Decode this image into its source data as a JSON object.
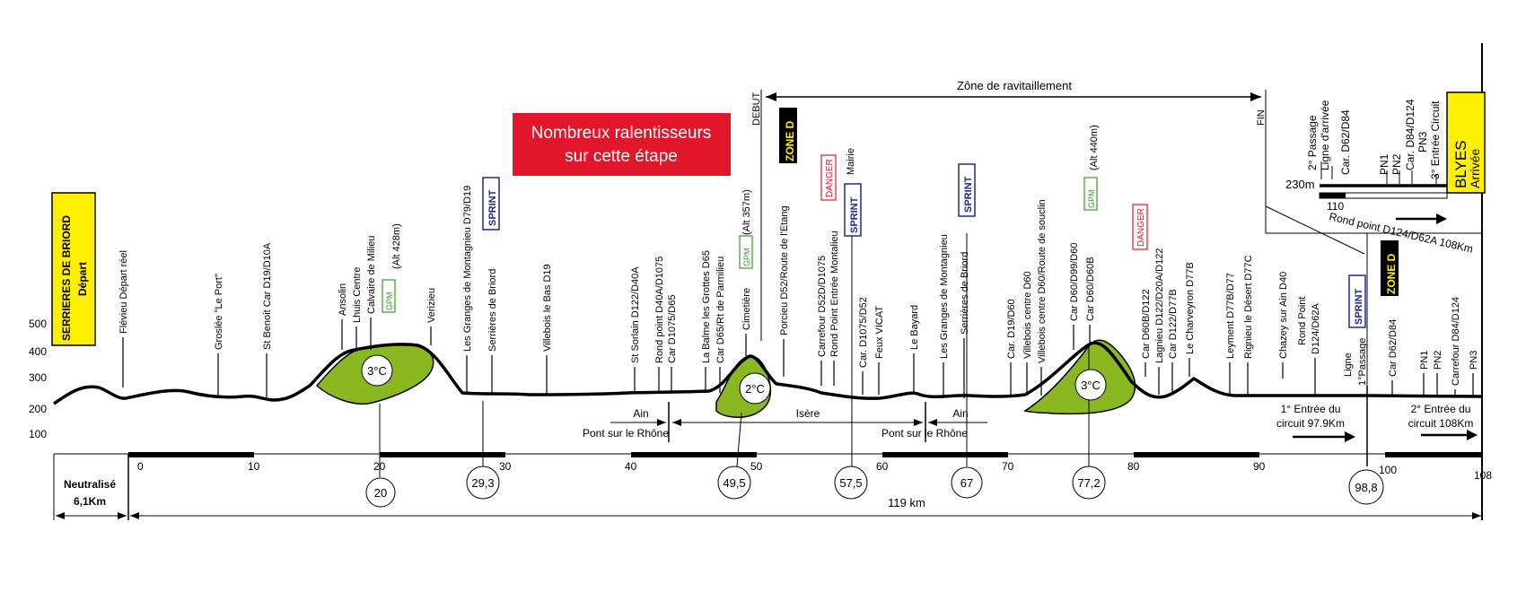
{
  "colors": {
    "yellow": "#ffef00",
    "red": "#e2162b",
    "green": "#8ab820",
    "sprint_blue": "#1f2a8a",
    "danger_red": "#e2162b",
    "gpm_green": "#3a9a2a"
  },
  "start_box": {
    "line1": "SERRIERES DE BRIORD",
    "line2": "Départ"
  },
  "finish_box": {
    "line1": "BLYES",
    "line2": "Arrivée"
  },
  "banner": {
    "line1": "Nombreux ralentisseurs",
    "line2": "sur cette étape"
  },
  "feed_zone": {
    "label": "Zône de ravitaillement",
    "start": "DEBUT",
    "end": "FIN",
    "zone": "ZONE D"
  },
  "badges": {
    "sprint": "SPRINT",
    "danger": "DANGER",
    "gpm": "GPM",
    "zone": "ZONE D"
  },
  "altitude_ticks": [
    "100",
    "200",
    "300",
    "400",
    "500"
  ],
  "inset_altitude": "230m",
  "inset_km": "110",
  "km_ticks": [
    "0",
    "10",
    "20",
    "30",
    "40",
    "50",
    "60",
    "70",
    "80",
    "90",
    "100",
    "108"
  ],
  "neutralise": {
    "line1": "Neutralisé",
    "line2": "6,1Km"
  },
  "total_distance": "119 km",
  "climbs": [
    {
      "label": "3°C",
      "km": "20"
    },
    {
      "label": "2°C",
      "km": "49,5"
    },
    {
      "label": "3°C",
      "km": "77,2"
    }
  ],
  "circled_km": [
    "29,3",
    "57,5",
    "67",
    "98,8"
  ],
  "regions": {
    "ain1": "Ain",
    "pont1": "Pont sur le Rhône",
    "isere": "Isère",
    "ain2": "Ain",
    "pont2": "Pont sur le Rhône"
  },
  "circuit_entries": {
    "first": [
      "1° Entrée du",
      "circuit 97.9Km"
    ],
    "second": [
      "2° Entrée du",
      "circuit 108Km"
    ]
  },
  "places": [
    {
      "id": "flevieu",
      "text": "Flévieu Départ réel"
    },
    {
      "id": "groslee",
      "text": "Groslée \"Le Port\""
    },
    {
      "id": "stbenoit",
      "text": "St Benoit Car D19/D10A"
    },
    {
      "id": "ansolin",
      "text": "Ansolin"
    },
    {
      "id": "lhuis",
      "text": "Lhuis Centre"
    },
    {
      "id": "calvaire",
      "text": "Calvaire de Milieu"
    },
    {
      "id": "calvaire_alt",
      "text": "(Alt 428m)"
    },
    {
      "id": "verizieu",
      "text": "Verizieu"
    },
    {
      "id": "granges1",
      "text": "Les Granges de Montagnieu D79/D19"
    },
    {
      "id": "serrieres1",
      "text": "Serrières de Briord"
    },
    {
      "id": "villebois_bas",
      "text": "Villebois le Bas D19"
    },
    {
      "id": "stsorlain",
      "text": "St Sorlain D122/D40A"
    },
    {
      "id": "rondpoint_d40a",
      "text": "Rond point D40A/D1075"
    },
    {
      "id": "car_d1075_d65",
      "text": "Car D1075/D65"
    },
    {
      "id": "balme",
      "text": "La Balme les Grottes D65"
    },
    {
      "id": "car_d65",
      "text": "Car D65/Rt de Parmilieu"
    },
    {
      "id": "cimetiere",
      "text": "Cimetière"
    },
    {
      "id": "cimetiere_alt",
      "text": "(Alt 357m)"
    },
    {
      "id": "porcieu",
      "text": "Porcieu D52/Route de l'Etang"
    },
    {
      "id": "carrefour_d52d",
      "text": "Carrefour D52D/D1075"
    },
    {
      "id": "rondpoint_montalieu",
      "text": "Rond Point Entrée Montalieu"
    },
    {
      "id": "mairie",
      "text": "Mairie"
    },
    {
      "id": "car_d1075_d52",
      "text": "Car. D1075/D52"
    },
    {
      "id": "feux",
      "text": "Feux VICAT"
    },
    {
      "id": "bayard",
      "text": "Le Bayard"
    },
    {
      "id": "granges2",
      "text": "Les Granges de Montagnieu"
    },
    {
      "id": "serrieres2",
      "text": "Serrières de Briord"
    },
    {
      "id": "car_d19_d60",
      "text": "Car. D19/D60"
    },
    {
      "id": "villebois_centre",
      "text": "Villebois centre D60"
    },
    {
      "id": "villebois_souclin",
      "text": "Villebois centre D60/Route de souclin"
    },
    {
      "id": "car_d60_d99",
      "text": "Car D60/D99/D60"
    },
    {
      "id": "car_d60_d60b",
      "text": "Car D60/D60B"
    },
    {
      "id": "alt440",
      "text": "(Alt 440m)"
    },
    {
      "id": "car_d60b",
      "text": "Car D60B/D122"
    },
    {
      "id": "lagnieu",
      "text": "Lagnieu D122/D20A/D122"
    },
    {
      "id": "car_d122_d77b",
      "text": "Car D122/D77B"
    },
    {
      "id": "charveyron",
      "text": "Le Charveyron D77B"
    },
    {
      "id": "leyment",
      "text": "Leyment D77B/D77"
    },
    {
      "id": "rignieu",
      "text": "Rignieu le Désert D77C"
    },
    {
      "id": "chazey",
      "text": "Chazey sur Ain D40"
    },
    {
      "id": "rondpoint_d124",
      "text": "Rond Point"
    },
    {
      "id": "rondpoint_d124b",
      "text": "D124/D62A"
    },
    {
      "id": "ligne",
      "text": "Ligne"
    },
    {
      "id": "passage1",
      "text": "1°Passage"
    },
    {
      "id": "car_d62_d84",
      "text": "Car D62/D84"
    },
    {
      "id": "pn1",
      "text": "PN1"
    },
    {
      "id": "pn2",
      "text": "PN2"
    },
    {
      "id": "carrefour_d84",
      "text": "Carrefour D84/D124"
    },
    {
      "id": "pn3",
      "text": "PN3"
    }
  ],
  "inset": {
    "passage2": "2° Passage",
    "ligne_arrivee": "Ligne d'arrivée",
    "car_d62_d84": "Car. D62/D84",
    "pn1": "PN1",
    "pn2": "PN2",
    "car_d84_d124": "Car. D84/D124",
    "pn3": "PN3",
    "entree3": "3° Entrée Circuit",
    "rondpoint": "Rond point D124/D62A 108Km"
  }
}
